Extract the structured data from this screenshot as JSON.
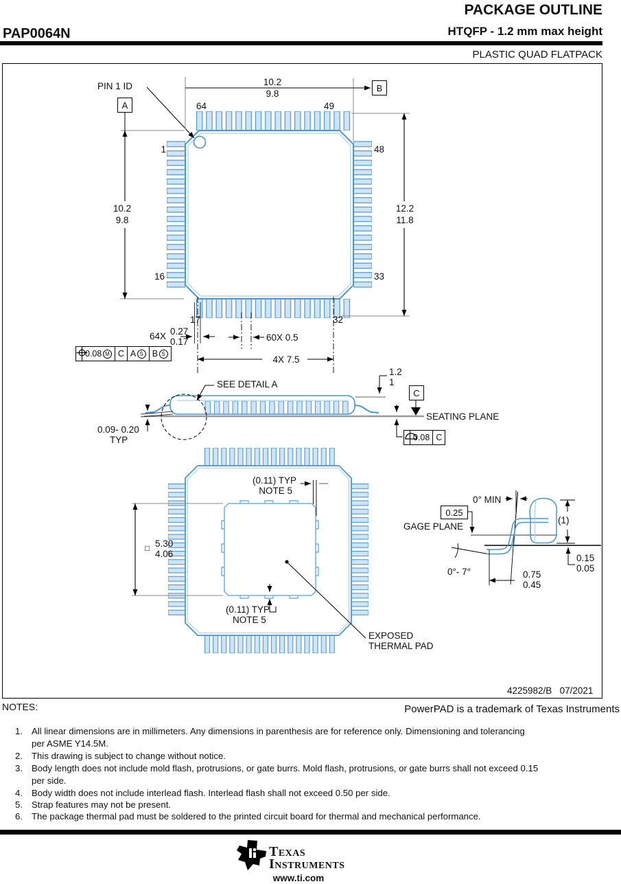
{
  "header": {
    "doc_type": "PACKAGE OUTLINE",
    "part_number": "PAP0064N",
    "package_spec": "HTQFP - 1.2 mm max height",
    "package_family": "PLASTIC QUAD FLATPACK"
  },
  "top_view": {
    "pin1_label": "PIN 1 ID",
    "datum_a": "A",
    "datum_b": "B",
    "width_dim": {
      "max": "10.2",
      "min": "9.8"
    },
    "left_height_dim": {
      "max": "10.2",
      "min": "9.8"
    },
    "right_height_dim": {
      "max": "12.2",
      "min": "11.8"
    },
    "pin_labels": {
      "top_left": "64",
      "top_right": "49",
      "left_top": "1",
      "right_top": "48",
      "left_bottom": "16",
      "right_bottom": "33",
      "bottom_left": "17",
      "bottom_right": "32"
    },
    "lead_width": {
      "count": "64X",
      "max": "0.27",
      "min": "0.17"
    },
    "pitch": "60X 0.5",
    "span": "4X 7.5",
    "fcf_position": {
      "tolerance": "0.08",
      "tolerance_modifier": "M",
      "primary": "C",
      "secondary": "A",
      "secondary_modifier": "S",
      "tertiary": "B",
      "tertiary_modifier": "S"
    }
  },
  "side_view": {
    "detail_callout": "SEE DETAIL A",
    "height_dim": {
      "max": "1.2",
      "min": "1"
    },
    "datum_c": "C",
    "seating_plane_label": "SEATING PLANE",
    "fcf_flatness": {
      "tolerance": "0.08",
      "datum": "C"
    },
    "lead_thickness": {
      "range": "0.09- 0.20",
      "qualifier": "TYP"
    }
  },
  "bottom_view": {
    "pad_tol_top": {
      "value": "(0.11) TYP",
      "note": "NOTE 5"
    },
    "pad_tol_bottom": {
      "value": "(0.11) TYP",
      "note": "NOTE 5"
    },
    "pad_dim": {
      "symbol": "□",
      "max": "5.30",
      "min": "4.06"
    },
    "exposed_pad": {
      "line1": "EXPOSED",
      "line2": "THERMAL PAD"
    }
  },
  "detail_a": {
    "angle_min": "0° MIN",
    "gage_offset": "0.25",
    "gage_plane_label": "GAGE PLANE",
    "ref_height": "(1)",
    "lead_tip": {
      "max": "0.15",
      "min": "0.05"
    },
    "foot_length": {
      "max": "0.75",
      "min": "0.45"
    },
    "angle_range": "0°- 7°"
  },
  "footer": {
    "doc_number": "4225982/B",
    "revision_date": "07/2021",
    "notes_label": "NOTES:",
    "trademark": "PowerPAD is a trademark of Texas Instruments",
    "notes": [
      {
        "num": "1.",
        "lines": [
          "All linear dimensions are in millimeters. Any dimensions in parenthesis are for reference only. Dimensioning and tolerancing",
          "per ASME Y14.5M."
        ]
      },
      {
        "num": "2.",
        "lines": [
          "This drawing is subject to change without notice."
        ]
      },
      {
        "num": "3.",
        "lines": [
          "Body length does not include mold flash, protrusions, or gate burrs.  Mold flash, protrusions, or gate burrs shall not exceed 0.15",
          "per side."
        ]
      },
      {
        "num": "4.",
        "lines": [
          "Body width does not include interlead flash. Interlead flash shall not exceed 0.50 per side."
        ]
      },
      {
        "num": "5.",
        "lines": [
          "Strap features may not be present."
        ]
      },
      {
        "num": "6.",
        "lines": [
          "The package thermal pad must be soldered to the printed circuit board for thermal and mechanical performance."
        ]
      }
    ],
    "brand": {
      "line1": "Texas",
      "line2": "Instruments",
      "website": "www.ti.com"
    }
  },
  "colors": {
    "outline_blue": "#4a96d2",
    "fill_blue": "#cfe5f6",
    "light_blue": "#a9cfe9",
    "gray": "#8a8a8a"
  }
}
